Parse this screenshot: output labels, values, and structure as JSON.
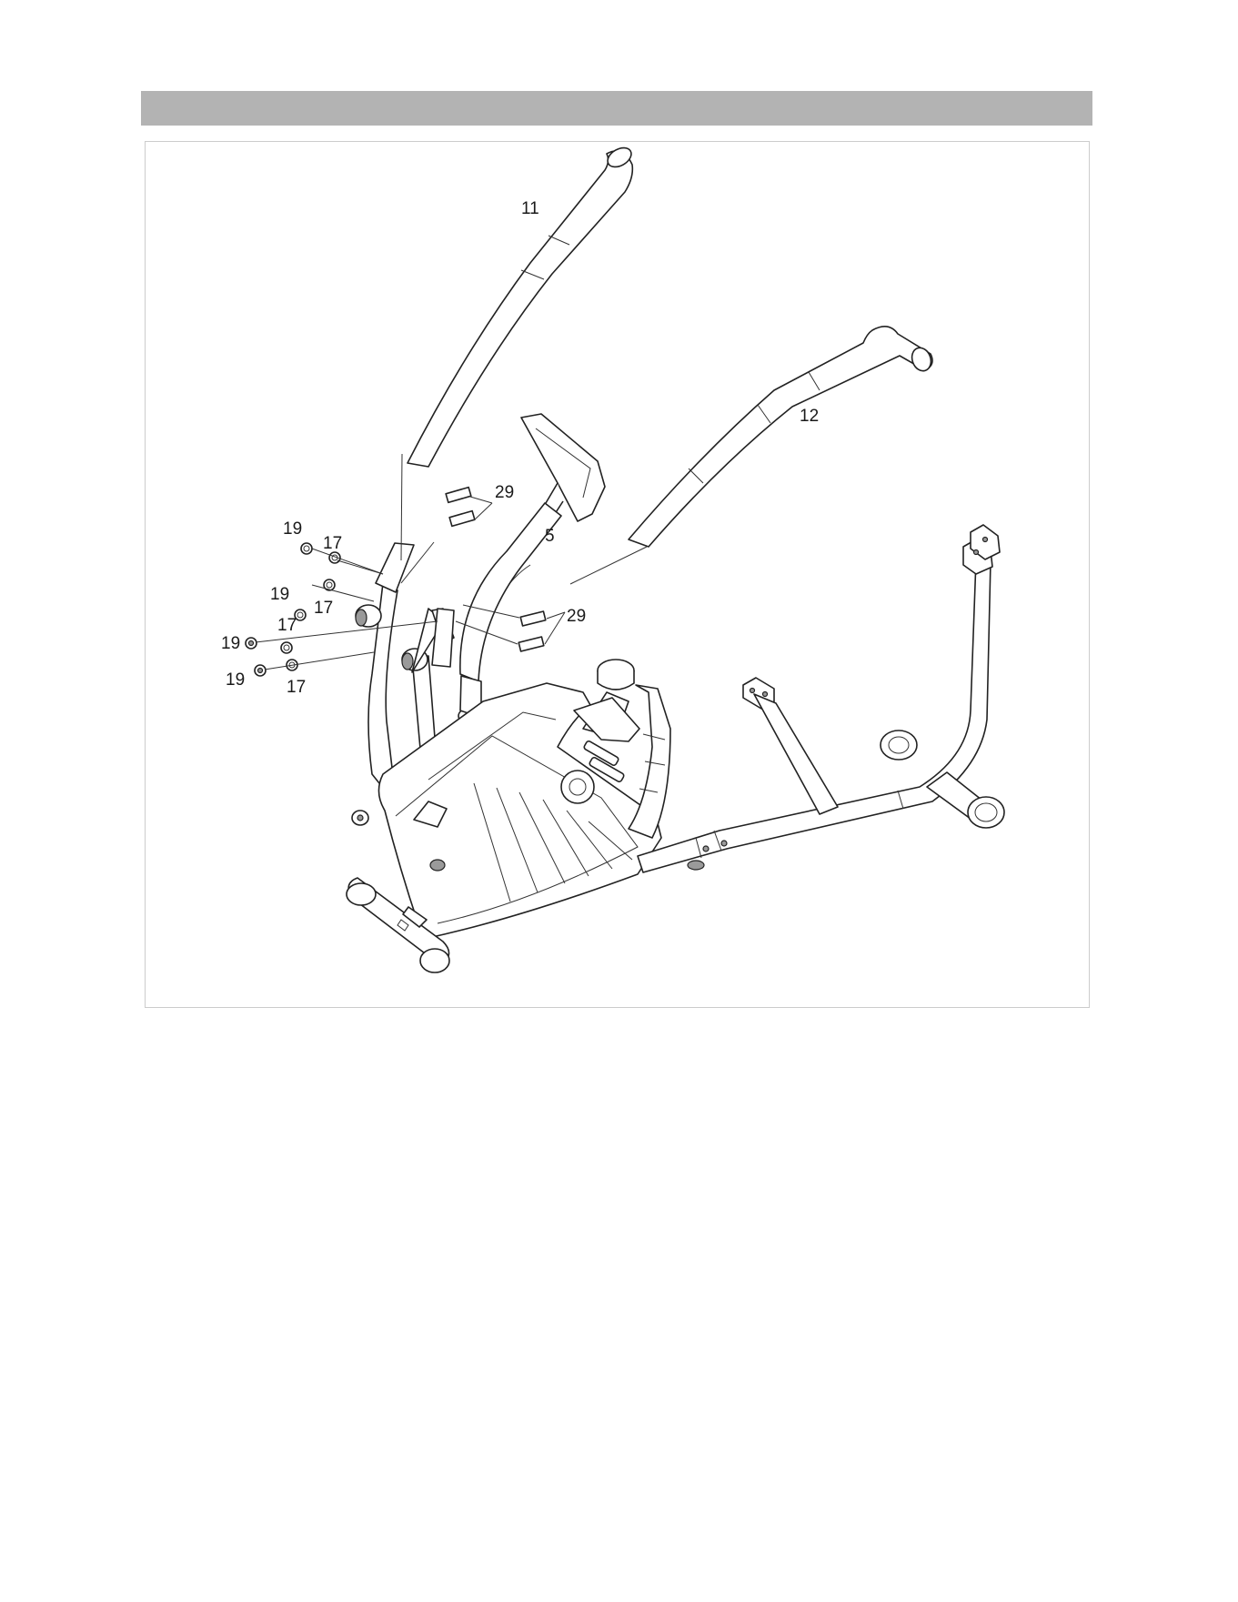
{
  "header": {
    "title": ""
  },
  "diagram": {
    "labels": {
      "part_11": "11",
      "part_12": "12",
      "part_29_upper": "29",
      "part_29_lower": "29",
      "part_5": "5",
      "part_19_a": "19",
      "part_17_a": "17",
      "part_19_b": "19",
      "part_17_b": "17",
      "part_17_c": "17",
      "part_19_c": "19",
      "part_19_d": "19",
      "part_17_d": "17"
    }
  },
  "colors": {
    "header_bar": "#b3b3b3",
    "line": "#222222",
    "frame_border": "#cccccc"
  }
}
